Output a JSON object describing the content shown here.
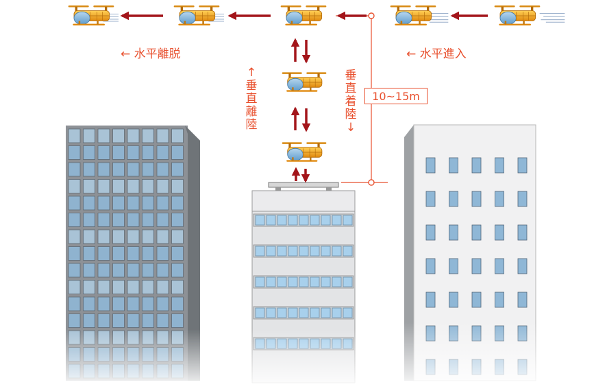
{
  "labels": {
    "horizontal_departure": "← 水平離脱",
    "horizontal_approach": "← 水平進入",
    "vertical_takeoff_arrow": "↑",
    "vertical_takeoff_chars": [
      "垂",
      "直",
      "離",
      "陸"
    ],
    "vertical_landing_chars": [
      "垂",
      "直",
      "着",
      "陸"
    ],
    "vertical_landing_arrow": "↓",
    "height": "10~15m"
  },
  "colors": {
    "label": "#e8502e",
    "arrow": "#a3151a",
    "helicopter_body": "#f0a020",
    "glass": "#6aa8d8"
  }
}
